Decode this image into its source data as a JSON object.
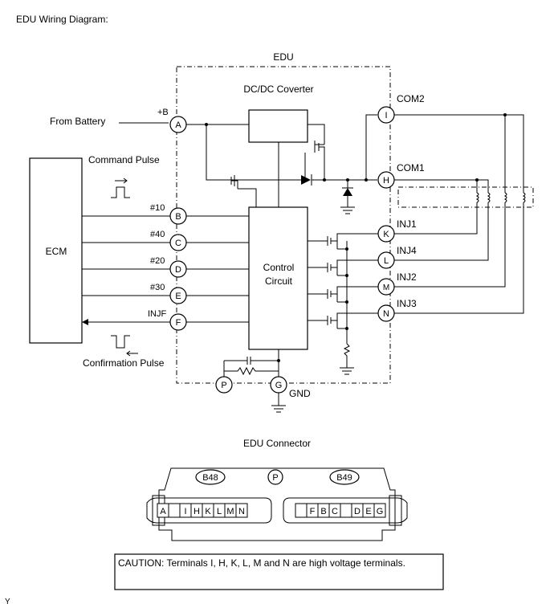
{
  "title": "EDU Wiring Diagram:",
  "diagram": {
    "edu_label": "EDU",
    "dcdc_label": "DC/DC Coverter",
    "from_battery": "From Battery",
    "plus_b": "+B",
    "command_pulse": "Command Pulse",
    "confirmation_pulse": "Confirmation Pulse",
    "ecm_label": "ECM",
    "control_line1": "Control",
    "control_line2": "Circuit",
    "com2": "COM2",
    "com1": "COM1",
    "inj1": "INJ1",
    "inj4": "INJ4",
    "inj2": "INJ2",
    "inj3": "INJ3",
    "gnd": "GND",
    "sig_10": "#10",
    "sig_40": "#40",
    "sig_20": "#20",
    "sig_30": "#30",
    "sig_injf": "INJF",
    "terminals": {
      "A": "A",
      "B": "B",
      "C": "C",
      "D": "D",
      "E": "E",
      "F": "F",
      "G": "G",
      "P": "P",
      "I": "I",
      "H": "H",
      "K": "K",
      "L": "L",
      "M": "M",
      "N": "N"
    }
  },
  "connector": {
    "title": "EDU Connector",
    "left_code": "B48",
    "right_code": "B49",
    "center_pin": "P",
    "left_pins": [
      "A",
      "",
      "I",
      "H",
      "K",
      "L",
      "M",
      "N"
    ],
    "right_pins": [
      "",
      "F",
      "B",
      "C",
      "",
      "D",
      "E",
      "G"
    ]
  },
  "caution": "CAUTION: Terminals I, H, K, L, M and N are high voltage terminals.",
  "corner_mark": "Y"
}
